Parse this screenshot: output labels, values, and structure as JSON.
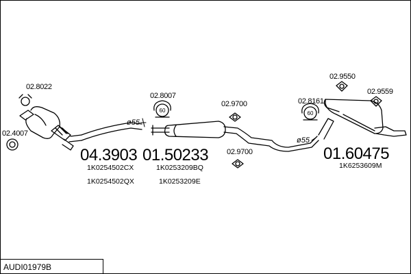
{
  "diagram_id": "AUDI01979B",
  "main_parts": [
    {
      "code": "04.3903",
      "oem": [
        "1K0254502CX",
        "1K0254502QX"
      ]
    },
    {
      "code": "01.50233",
      "oem": [
        "1K0253209BQ",
        "1K0253209E"
      ]
    },
    {
      "code": "01.60475",
      "oem": [
        "1K6253609M"
      ]
    }
  ],
  "accessories": [
    {
      "code": "02.8022"
    },
    {
      "code": "02.4007"
    },
    {
      "code": "02.8007",
      "clamp": "60"
    },
    {
      "code": "02.9700"
    },
    {
      "code": "02.9700"
    },
    {
      "code": "02.8161",
      "clamp": "60"
    },
    {
      "code": "02.9550"
    },
    {
      "code": "02.9559"
    }
  ],
  "pipe_diameters": [
    "ø55",
    "ø55"
  ],
  "colors": {
    "line": "#000000",
    "background": "#ffffff"
  }
}
